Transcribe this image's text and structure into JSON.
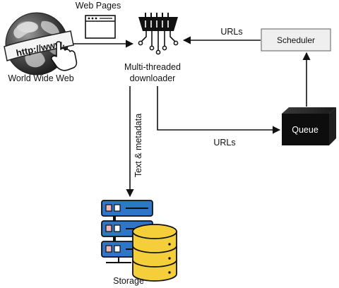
{
  "nodes": {
    "www": {
      "label": "World Wide Web",
      "url_text": "http://www."
    },
    "web_pages": {
      "label": "Web Pages"
    },
    "downloader": {
      "label_line1": "Multi-threaded",
      "label_line2": "downloader"
    },
    "scheduler": {
      "label": "Scheduler"
    },
    "queue": {
      "label": "Queue"
    },
    "storage": {
      "label": "Storage"
    }
  },
  "edges": {
    "scheduler_to_downloader": {
      "label": "URLs"
    },
    "downloader_to_queue": {
      "label": "URLs"
    },
    "downloader_to_storage": {
      "label": "Text & metadata"
    }
  },
  "colors": {
    "globe_dark": "#2b2b2b",
    "storage_blue": "#2e76c9",
    "storage_yellow": "#f5cf3a",
    "queue_black": "#0d0d0d",
    "scheduler_fill": "#efefef"
  }
}
